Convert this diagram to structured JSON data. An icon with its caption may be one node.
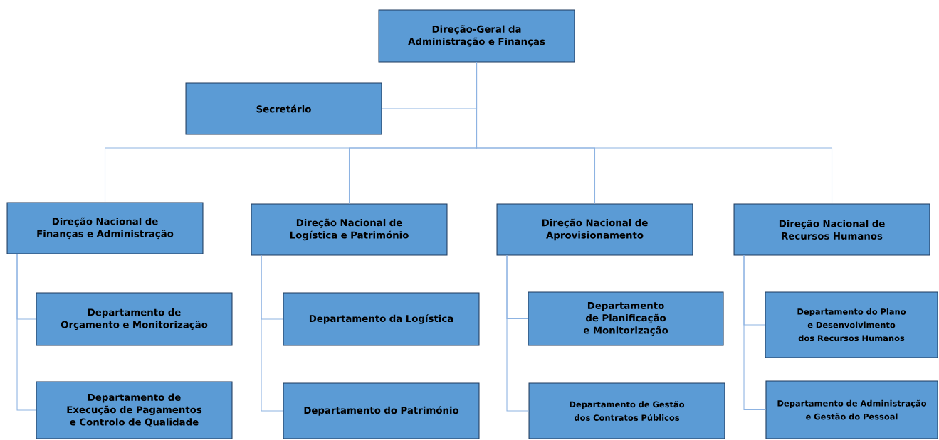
{
  "diagram": {
    "nodes": [
      {
        "text": [
          "Direção-Geral da Administração e Finanças"
        ]
      },
      {
        "text": [
          "Secretário"
        ]
      },
      {
        "text": [
          "Direção Nacional de Finanças e Administração"
        ]
      },
      {
        "text": [
          "Direção Nacional de Logística e Património"
        ]
      },
      {
        "text": [
          "Direção Nacional de Aprovisionamento"
        ]
      },
      {
        "text": [
          "Direção Nacional de Recursos Humanos"
        ]
      },
      {
        "text": [
          "Departamento de Orçamento e Monitorização"
        ]
      },
      {
        "text": [
          "Departamento de Execução de Pagamentos e Controlo de Qualidade"
        ]
      },
      {
        "text": [
          "Departamento da Logística"
        ]
      },
      {
        "text": [
          "Departamento do Património"
        ]
      },
      {
        "text": [
          "Departamento de Planificação e Monitorização"
        ]
      },
      {
        "text": [
          "Departamento de Gestão dos Contratos Públicos"
        ]
      },
      {
        "text": [
          "Departamento do Plano e Desenvolvimento dos Recursos Humanos"
        ]
      },
      {
        "text": [
          "Departamento de Administração e Gestão do Pessoal"
        ]
      }
    ],
    "edges": [
      {
        "from": 0,
        "to": 1,
        "arrow": "none"
      },
      {
        "from": 0,
        "to": 2,
        "arrow": "none"
      },
      {
        "from": 0,
        "to": 3,
        "arrow": "none"
      },
      {
        "from": 0,
        "to": 4,
        "arrow": "none"
      },
      {
        "from": 0,
        "to": 5,
        "arrow": "none"
      },
      {
        "from": 2,
        "to": 6,
        "arrow": "none"
      },
      {
        "from": 2,
        "to": 7,
        "arrow": "none"
      },
      {
        "from": 3,
        "to": 8,
        "arrow": "none"
      },
      {
        "from": 3,
        "to": 9,
        "arrow": "none"
      },
      {
        "from": 4,
        "to": 10,
        "arrow": "none"
      },
      {
        "from": 4,
        "to": 11,
        "arrow": "none"
      },
      {
        "from": 5,
        "to": 12,
        "arrow": "none"
      },
      {
        "from": 5,
        "to": 13,
        "arrow": "none"
      }
    ]
  }
}
